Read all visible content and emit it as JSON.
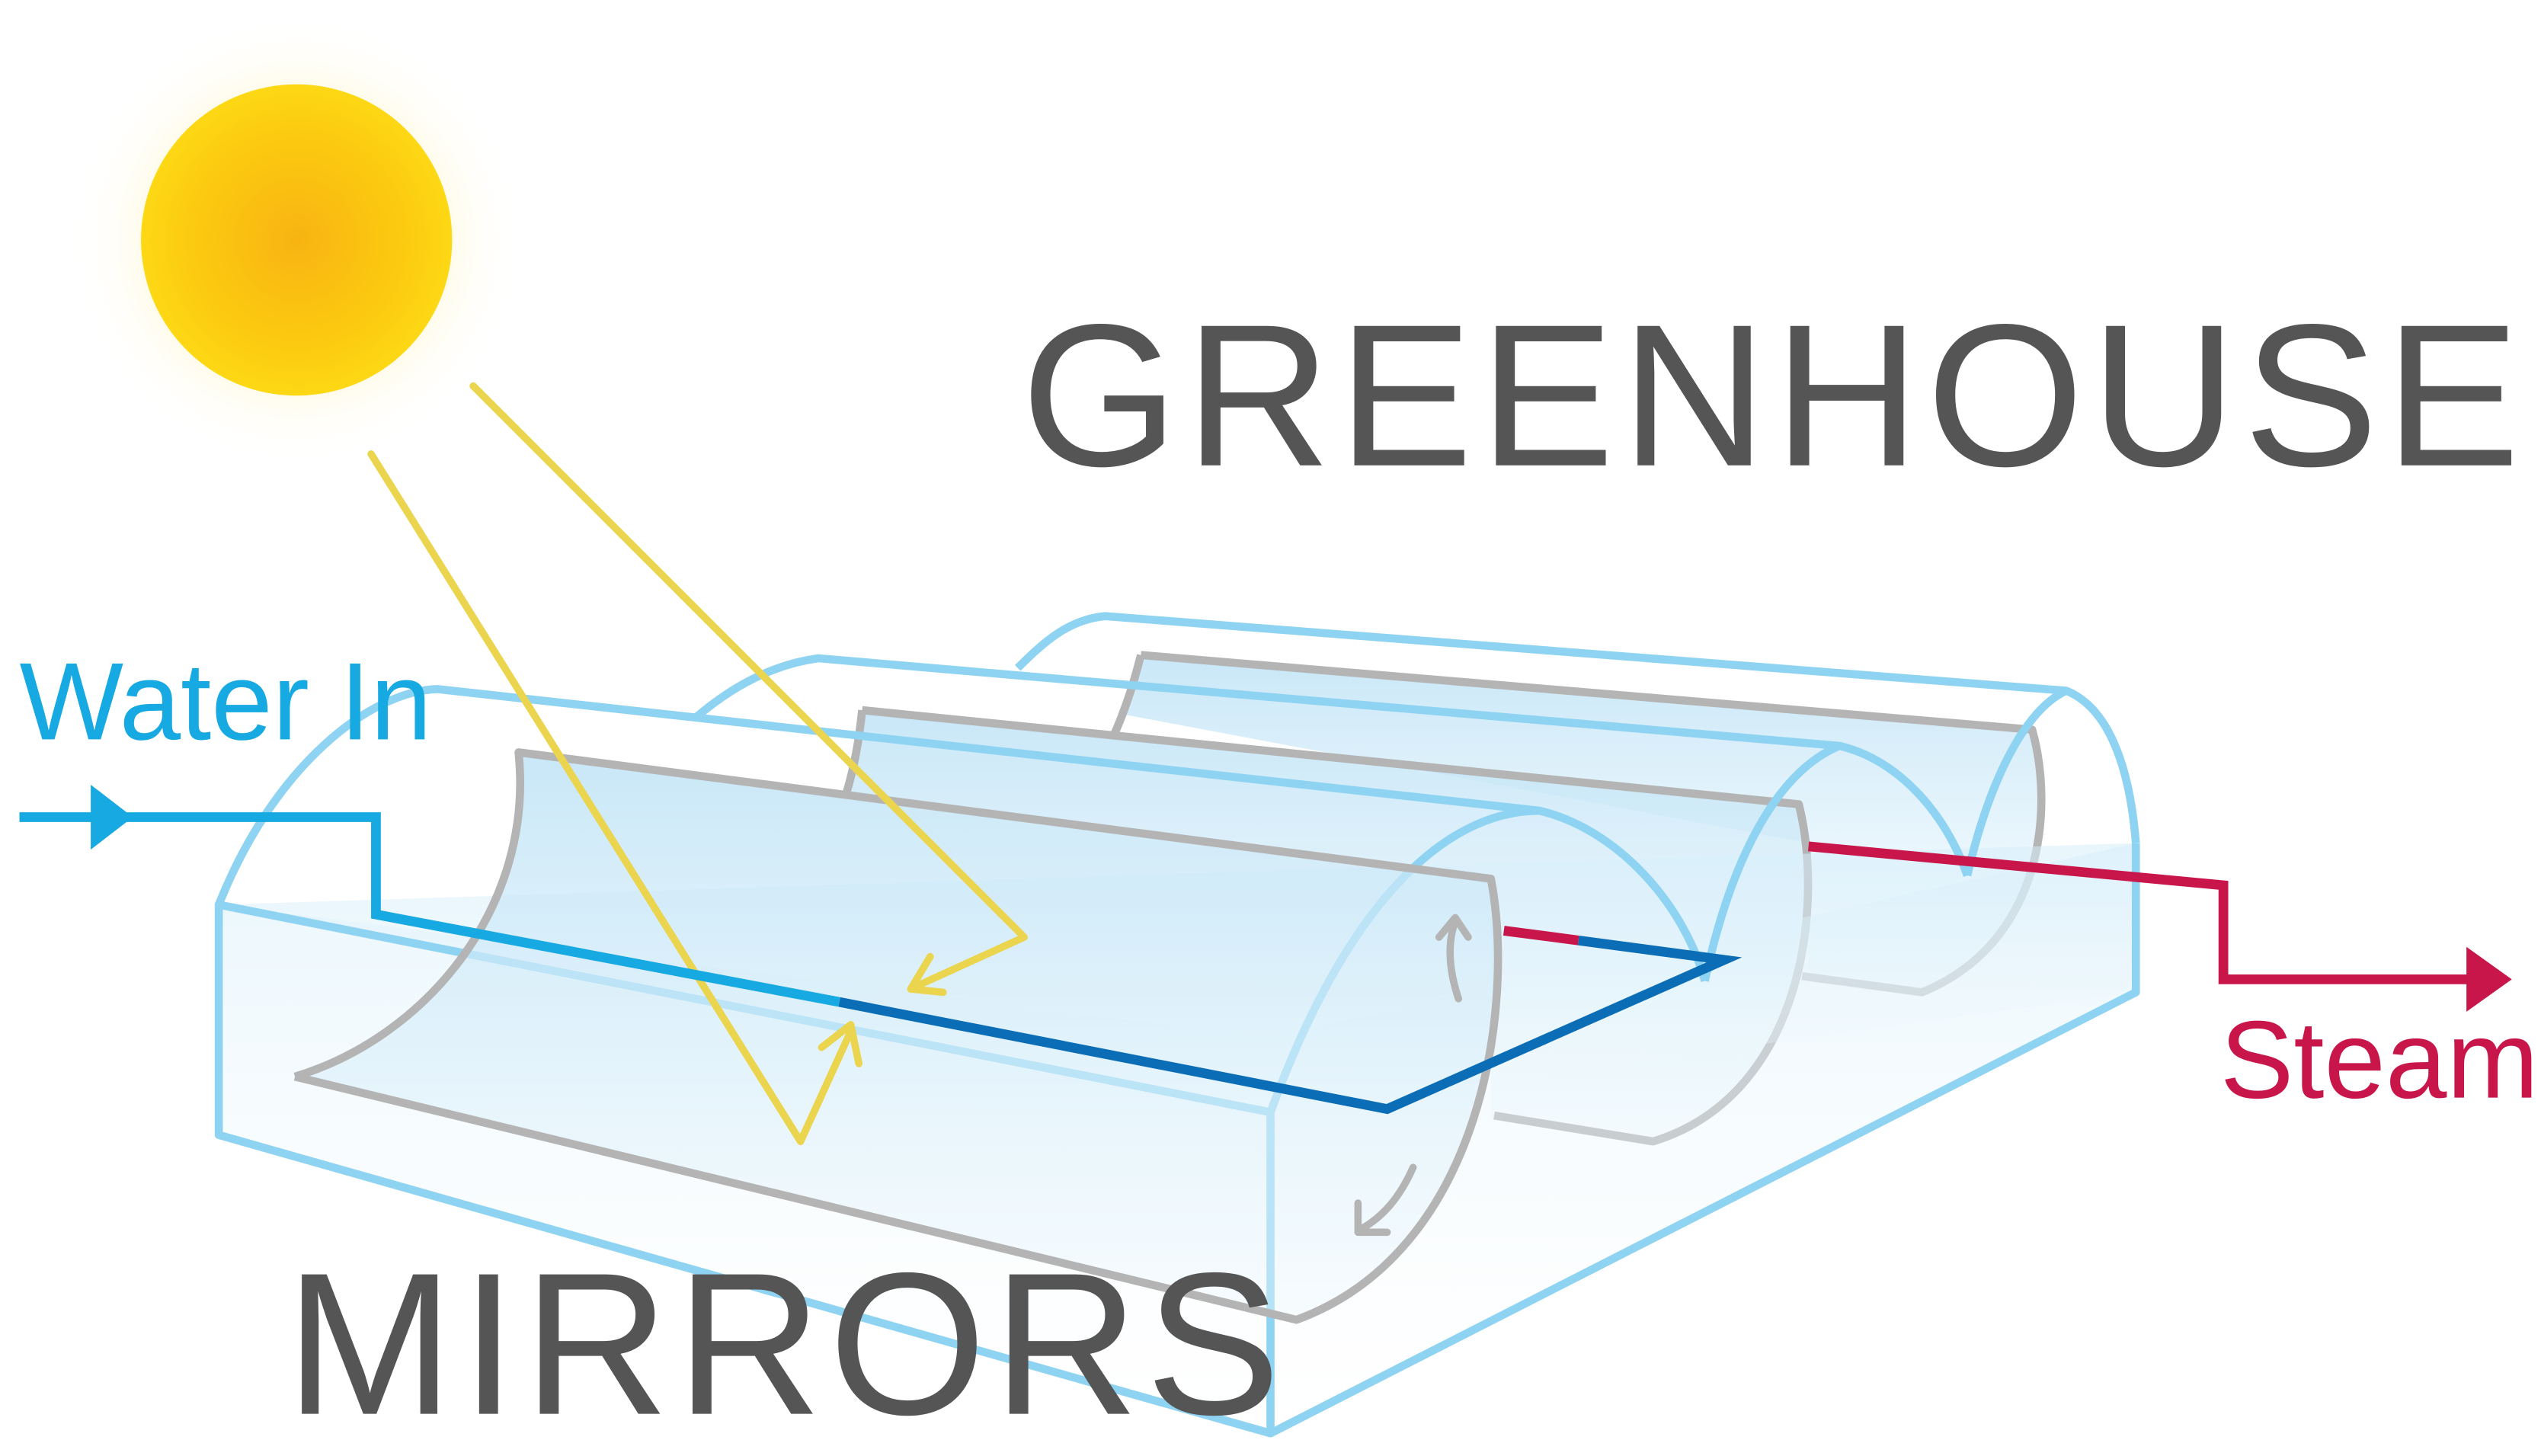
{
  "labels": {
    "greenhouse": "GREENHOUSE",
    "mirrors": "MIRRORS",
    "water_in": "Water In",
    "steam_out": "Steam Out"
  },
  "colors": {
    "sun": "#FBBE0F",
    "sunlight": "#EBD54E",
    "greenhouse_outline": "#8FD3F2",
    "mirror_outline": "#B4B4B4",
    "water_pipe": "#17A9E1",
    "water_pipe_dark": "#0B6DB5",
    "steam_pipe": "#C8154A",
    "label_gray": "#555555",
    "water_label": "#17A9E1",
    "steam_label": "#C8154A"
  },
  "icons": {
    "sun": "sun-icon",
    "inflow_arrow": "arrow-right-icon",
    "outflow_arrow": "arrow-right-icon"
  }
}
